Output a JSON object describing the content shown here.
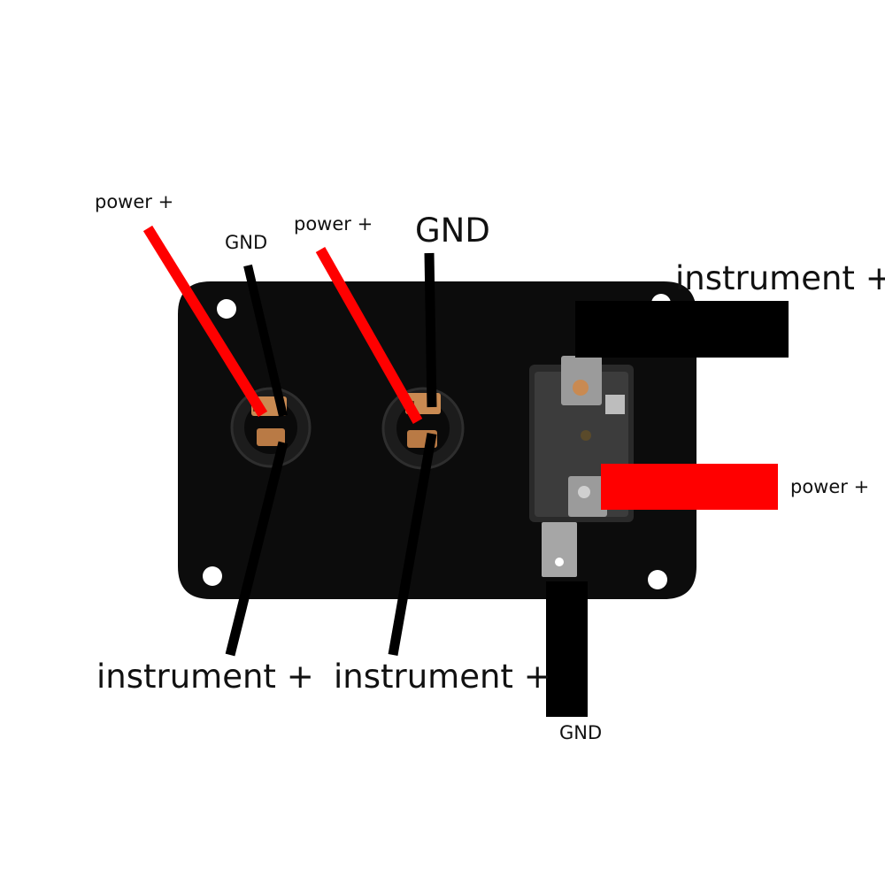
{
  "labels": {
    "s1_power": "power +",
    "s1_gnd": "GND",
    "s2_power": "power +",
    "s2_gnd": "GND",
    "s3_instrument": "instrument +",
    "s3_power": "power +",
    "s3_gnd": "GND",
    "s1_instrument": "instrument +",
    "s2_instrument": "instrument +"
  },
  "colors": {
    "power_wire": "#ff0000",
    "gnd_wire": "#000000",
    "instrument_wire": "#000000",
    "panel": "#0c0c0c"
  }
}
